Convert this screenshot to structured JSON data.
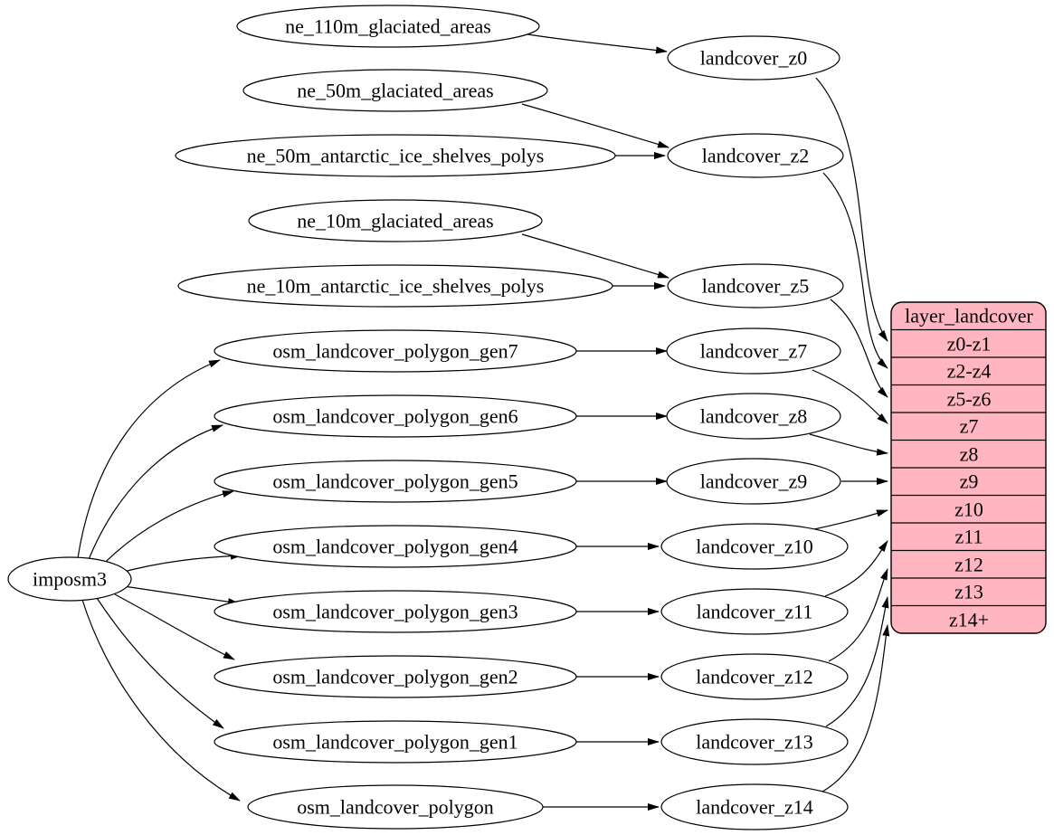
{
  "diagram": {
    "type": "dependency-graph",
    "background": "#ffffff"
  },
  "colors": {
    "node_fill": "#ffffff",
    "node_stroke": "#000000",
    "edge": "#000000",
    "text": "#000000",
    "record_fill": "#ffb6c1",
    "record_stroke": "#000000"
  },
  "nodes": {
    "imposm3": "imposm3",
    "ne_110m_glaciated_areas": "ne_110m_glaciated_areas",
    "ne_50m_glaciated_areas": "ne_50m_glaciated_areas",
    "ne_50m_antarctic_ice_shelves_polys": "ne_50m_antarctic_ice_shelves_polys",
    "ne_10m_glaciated_areas": "ne_10m_glaciated_areas",
    "ne_10m_antarctic_ice_shelves_polys": "ne_10m_antarctic_ice_shelves_polys",
    "osm_landcover_polygon_gen7": "osm_landcover_polygon_gen7",
    "osm_landcover_polygon_gen6": "osm_landcover_polygon_gen6",
    "osm_landcover_polygon_gen5": "osm_landcover_polygon_gen5",
    "osm_landcover_polygon_gen4": "osm_landcover_polygon_gen4",
    "osm_landcover_polygon_gen3": "osm_landcover_polygon_gen3",
    "osm_landcover_polygon_gen2": "osm_landcover_polygon_gen2",
    "osm_landcover_polygon_gen1": "osm_landcover_polygon_gen1",
    "osm_landcover_polygon": "osm_landcover_polygon",
    "landcover_z0": "landcover_z0",
    "landcover_z2": "landcover_z2",
    "landcover_z5": "landcover_z5",
    "landcover_z7": "landcover_z7",
    "landcover_z8": "landcover_z8",
    "landcover_z9": "landcover_z9",
    "landcover_z10": "landcover_z10",
    "landcover_z11": "landcover_z11",
    "landcover_z12": "landcover_z12",
    "landcover_z13": "landcover_z13",
    "landcover_z14": "landcover_z14"
  },
  "record": {
    "title": "layer_landcover",
    "rows": [
      "z0-z1",
      "z2-z4",
      "z5-z6",
      "z7",
      "z8",
      "z9",
      "z10",
      "z11",
      "z12",
      "z13",
      "z14+"
    ]
  },
  "edges": [
    {
      "from": "ne_110m_glaciated_areas",
      "to": "landcover_z0"
    },
    {
      "from": "ne_50m_glaciated_areas",
      "to": "landcover_z2"
    },
    {
      "from": "ne_50m_antarctic_ice_shelves_polys",
      "to": "landcover_z2"
    },
    {
      "from": "ne_10m_glaciated_areas",
      "to": "landcover_z5"
    },
    {
      "from": "ne_10m_antarctic_ice_shelves_polys",
      "to": "landcover_z5"
    },
    {
      "from": "imposm3",
      "to": "osm_landcover_polygon_gen7"
    },
    {
      "from": "imposm3",
      "to": "osm_landcover_polygon_gen6"
    },
    {
      "from": "imposm3",
      "to": "osm_landcover_polygon_gen5"
    },
    {
      "from": "imposm3",
      "to": "osm_landcover_polygon_gen4"
    },
    {
      "from": "imposm3",
      "to": "osm_landcover_polygon_gen3"
    },
    {
      "from": "imposm3",
      "to": "osm_landcover_polygon_gen2"
    },
    {
      "from": "imposm3",
      "to": "osm_landcover_polygon_gen1"
    },
    {
      "from": "imposm3",
      "to": "osm_landcover_polygon"
    },
    {
      "from": "osm_landcover_polygon_gen7",
      "to": "landcover_z7"
    },
    {
      "from": "osm_landcover_polygon_gen6",
      "to": "landcover_z8"
    },
    {
      "from": "osm_landcover_polygon_gen5",
      "to": "landcover_z9"
    },
    {
      "from": "osm_landcover_polygon_gen4",
      "to": "landcover_z10"
    },
    {
      "from": "osm_landcover_polygon_gen3",
      "to": "landcover_z11"
    },
    {
      "from": "osm_landcover_polygon_gen2",
      "to": "landcover_z12"
    },
    {
      "from": "osm_landcover_polygon_gen1",
      "to": "landcover_z13"
    },
    {
      "from": "osm_landcover_polygon",
      "to": "landcover_z14"
    },
    {
      "from": "landcover_z0",
      "to": "layer_landcover:z0-z1"
    },
    {
      "from": "landcover_z2",
      "to": "layer_landcover:z2-z4"
    },
    {
      "from": "landcover_z5",
      "to": "layer_landcover:z5-z6"
    },
    {
      "from": "landcover_z7",
      "to": "layer_landcover:z7"
    },
    {
      "from": "landcover_z8",
      "to": "layer_landcover:z8"
    },
    {
      "from": "landcover_z9",
      "to": "layer_landcover:z9"
    },
    {
      "from": "landcover_z10",
      "to": "layer_landcover:z10"
    },
    {
      "from": "landcover_z11",
      "to": "layer_landcover:z11"
    },
    {
      "from": "landcover_z12",
      "to": "layer_landcover:z12"
    },
    {
      "from": "landcover_z13",
      "to": "layer_landcover:z13"
    },
    {
      "from": "landcover_z14",
      "to": "layer_landcover:z14+"
    }
  ]
}
